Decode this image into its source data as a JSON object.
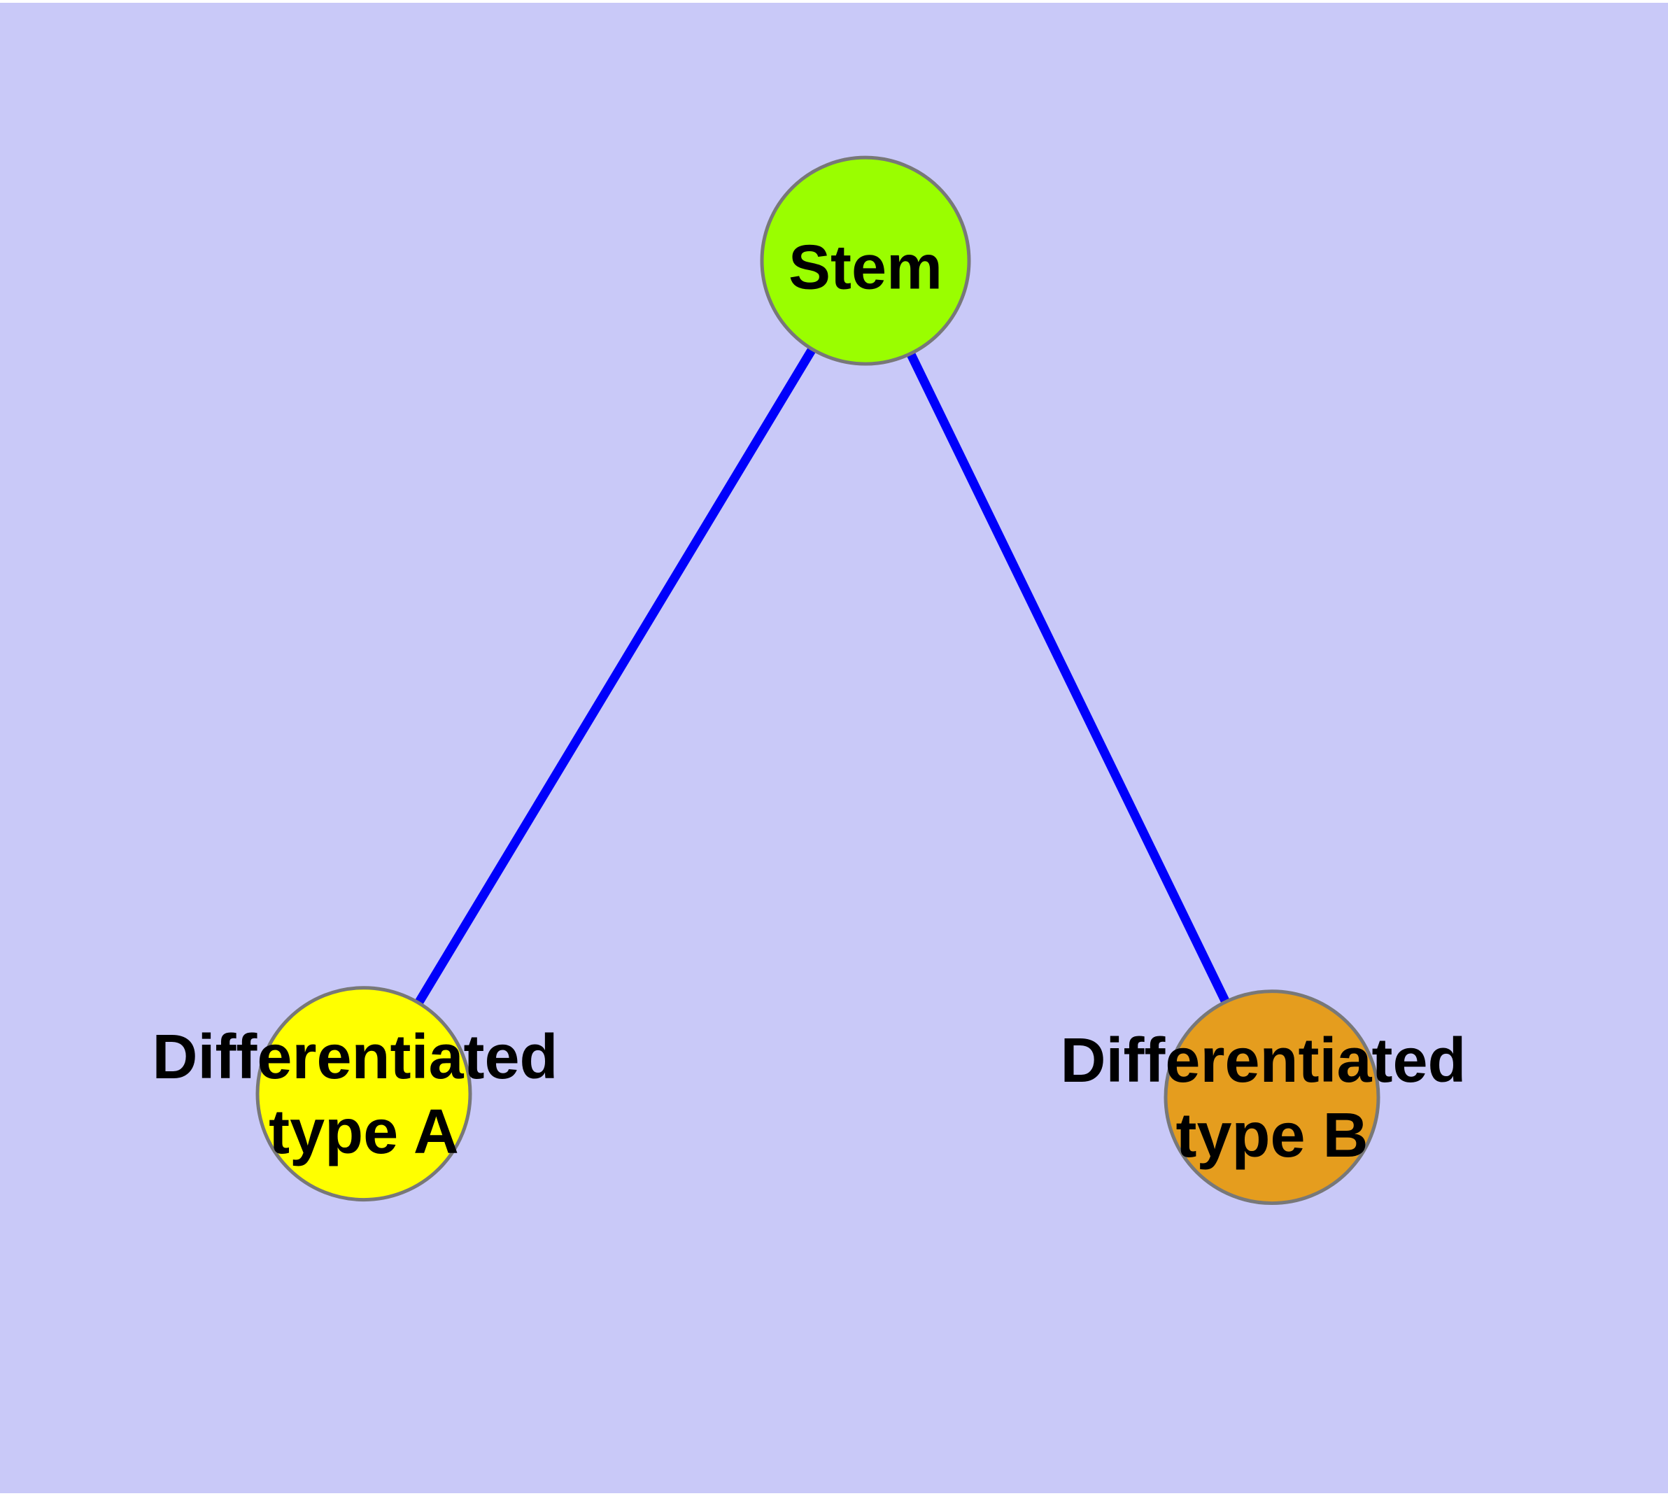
{
  "colors": {
    "background": "#c9c9f8",
    "frame_edge": "#ffffff",
    "edge_blue": "#0000fb",
    "node_border_gray": "#787878",
    "stem_green": "#9afe00",
    "type_a_yellow": "#ffff00",
    "type_b_orange": "#e59d1e",
    "label_black": "#000000"
  },
  "diagram": {
    "type": "node-link-graph",
    "nodes": [
      {
        "id": "stem",
        "label": "Stem",
        "line1": "Stem",
        "shape": "circle",
        "fill": "#9afe00"
      },
      {
        "id": "differentiated-type-a",
        "label": "Differentiated type A",
        "line1": "Differentiated",
        "line2": "type A",
        "shape": "circle",
        "fill": "#ffff00"
      },
      {
        "id": "differentiated-type-b",
        "label": "Differentiated type B",
        "line1": "Differentiated",
        "line2": "type B",
        "shape": "circle",
        "fill": "#e59d1e"
      }
    ],
    "edges": [
      {
        "from": "Stem",
        "to": "Differentiated type A",
        "color": "#0000fb"
      },
      {
        "from": "Stem",
        "to": "Differentiated type B",
        "color": "#0000fb"
      }
    ]
  }
}
